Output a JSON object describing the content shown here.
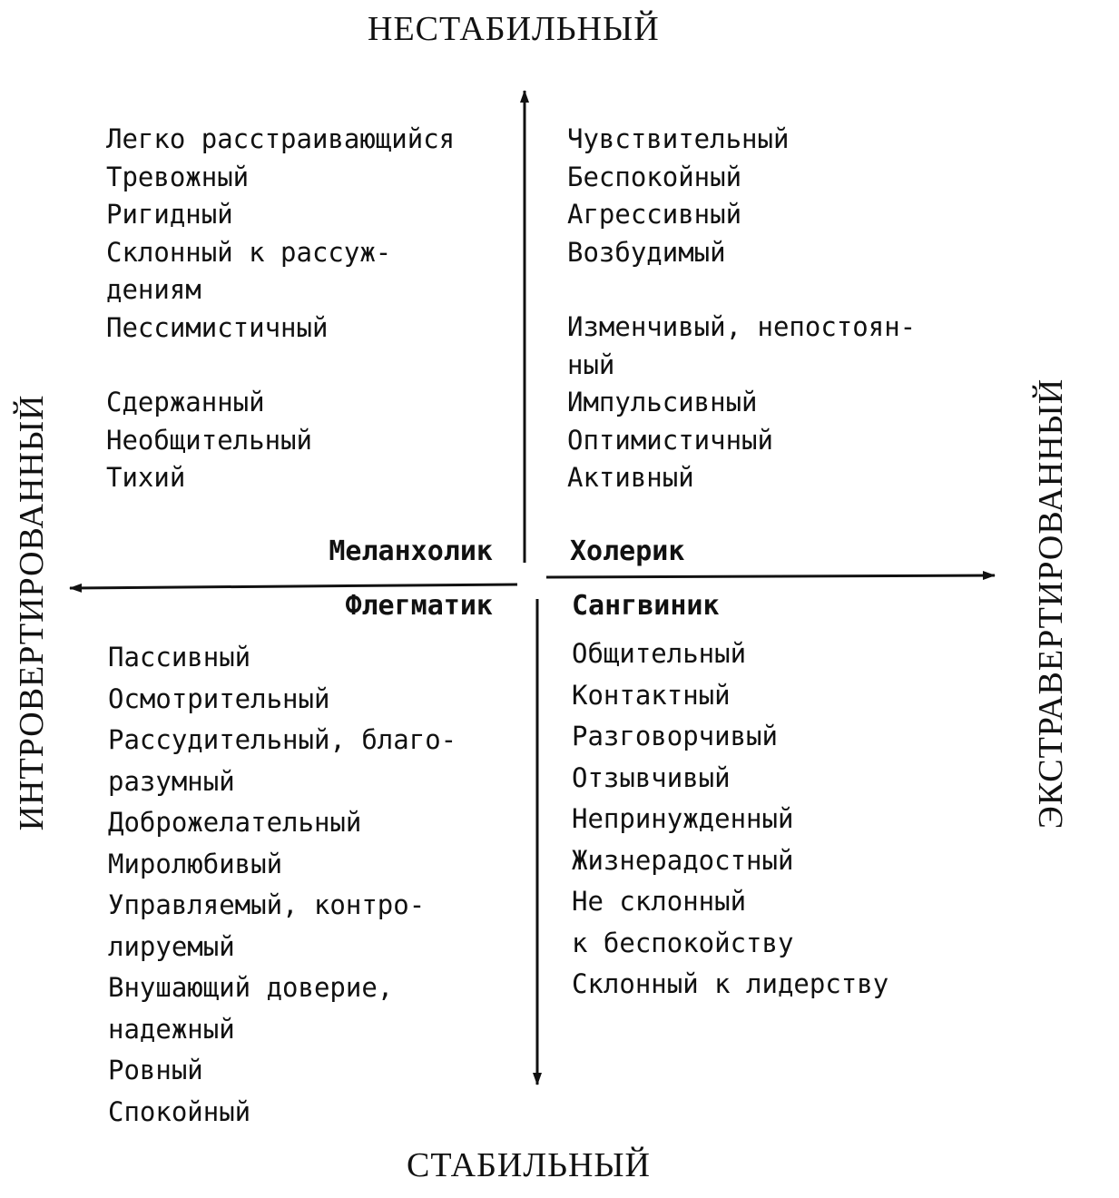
{
  "axes": {
    "top": "НЕСТАБИЛЬНЫЙ",
    "bottom": "СТАБИЛЬНЫЙ",
    "left": "ИНТРОВЕРТИРОВАННЫЙ",
    "right": "ЭКСТРАВЕРТИРОВАННЫЙ"
  },
  "quadrants": {
    "top_left": {
      "type": "Меланхолик",
      "traits": [
        "Легко расстраивающийся",
        "Тревожный",
        "Ригидный",
        "Склонный к рассуж-",
        "дениям",
        "Пессимистичный",
        "Сдержанный",
        "Необщительный",
        "Тихий"
      ]
    },
    "top_right": {
      "type": "Холерик",
      "traits": [
        "Чувствительный",
        "Беспокойный",
        "Агрессивный",
        "Возбудимый",
        "Изменчивый, непостоян-",
        "ный",
        "Импульсивный",
        "Оптимистичный",
        "Активный"
      ]
    },
    "bottom_left": {
      "type": "Флегматик",
      "traits": [
        "Пассивный",
        "Осмотрительный",
        "Рассудительный, благо-",
        "разумный",
        "Доброжелательный",
        "Миролюбивый",
        "Управляемый, контро-",
        "лируемый",
        "Внушающий доверие,",
        "надежный",
        "Ровный",
        "Спокойный"
      ]
    },
    "bottom_right": {
      "type": "Сангвиник",
      "traits": [
        "Общительный",
        "Контактный",
        "Разговорчивый",
        "Отзывчивый",
        "Непринужденный",
        "Жизнерадостный",
        "Не склонный",
        "к беспокойству",
        "Склонный к лидерству"
      ]
    }
  }
}
